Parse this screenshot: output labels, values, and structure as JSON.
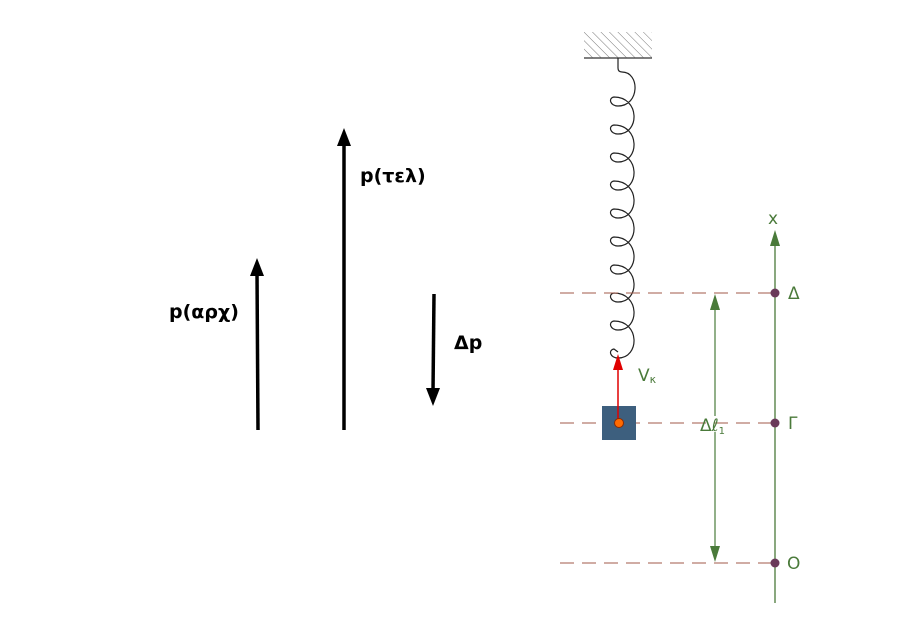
{
  "momentum_vectors": {
    "p_initial_label": "p(αρχ)",
    "p_final_label": "p(τελ)",
    "delta_p_label": "Δp"
  },
  "spring_system": {
    "velocity_label": "V",
    "velocity_subscript": "κ",
    "extension_label": "Δℓ",
    "extension_subscript": "1"
  },
  "axis": {
    "axis_label": "x",
    "points": [
      {
        "name": "delta",
        "label": "Δ"
      },
      {
        "name": "gamma",
        "label": "Γ"
      },
      {
        "name": "origin",
        "label": "O"
      }
    ]
  },
  "colors": {
    "vector_black": "#000000",
    "axis_green": "#4a7a3a",
    "dashed_line": "#a05a4a",
    "block": "#3d5f7e",
    "velocity_arrow": "#e00000",
    "center_dot": "#ff6a00",
    "axis_point": "#6a3a5a"
  }
}
